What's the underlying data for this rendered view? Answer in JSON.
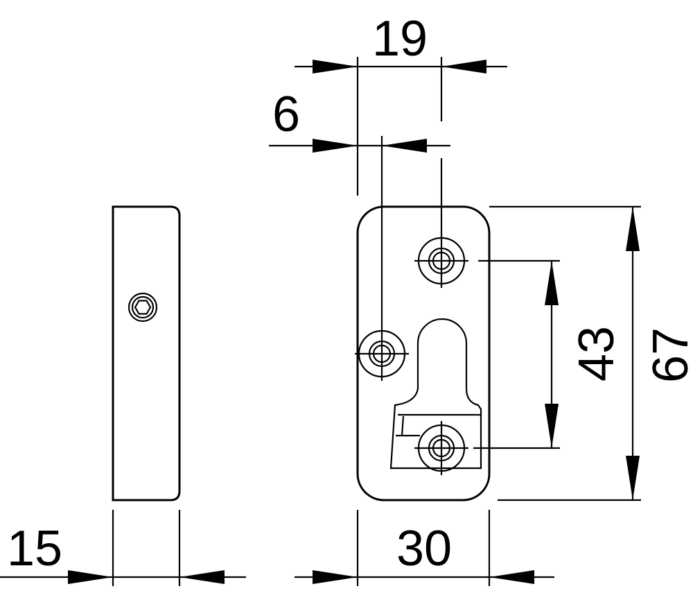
{
  "drawing": {
    "dimensions": {
      "side_thickness": "15",
      "width": "30",
      "hole_spacing_horizontal": "19",
      "hole_offset": "6",
      "hole_spacing_vertical": "43",
      "height": "67"
    },
    "views": {
      "side_view": {
        "feature": "hex-socket-screw-icon"
      },
      "front_view": {
        "features": [
          "countersunk-hole-icon",
          "countersunk-hole-icon",
          "countersunk-hole-icon",
          "keyhole-slot"
        ]
      }
    }
  }
}
